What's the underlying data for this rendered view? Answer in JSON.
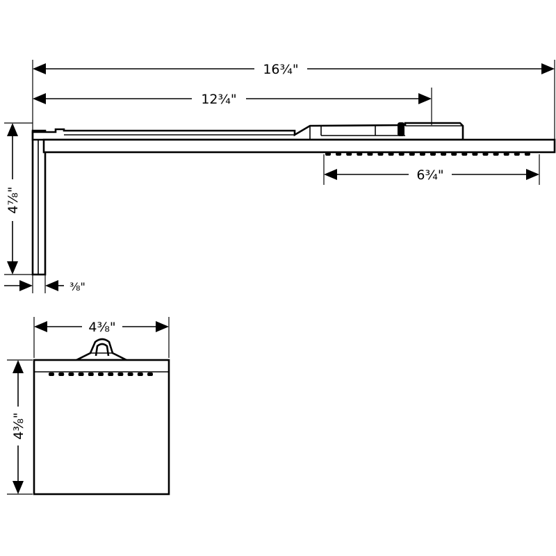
{
  "drawing": {
    "colors": {
      "line": "#000000",
      "background": "#ffffff"
    },
    "dimensions": {
      "overall_length": "16¾\"",
      "arm_length": "12¾\"",
      "head_width_side": "6¾\"",
      "height": "4⅞\"",
      "wall_plate_thickness": "⅜\"",
      "head_width_front": "4⅜\"",
      "head_height_front": "4⅜\""
    }
  }
}
